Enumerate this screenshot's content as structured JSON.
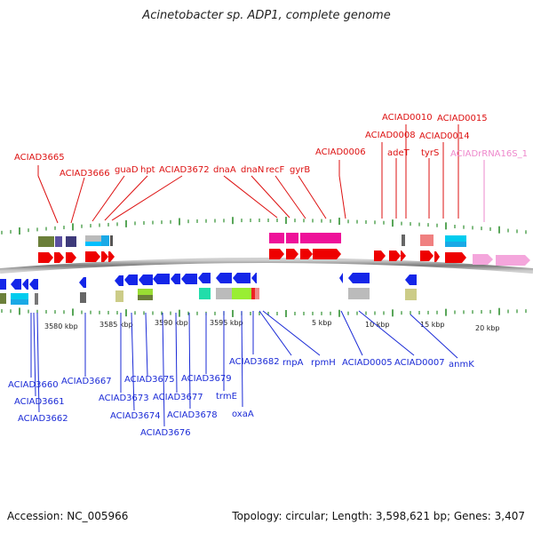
{
  "title": "Acinetobacter sp. ADP1, complete genome",
  "footer": {
    "accession": "Accession: NC_005966",
    "summary": "Topology: circular; Length: 3,598,621 bp; Genes: 3,407"
  },
  "colors": {
    "forward_label": "#dd1111",
    "reverse_label": "#1a2ad6",
    "rrna_label": "#ee88cc",
    "forward_gene": "#ee0000",
    "reverse_gene": "#1426e8",
    "rrna_gene": "#f4a6dc",
    "backbone": "#888888",
    "tick": "#2f8f2f"
  },
  "ruler_labels": [
    "3580 kbp",
    "3585 kbp",
    "3590 kbp",
    "3595 kbp",
    "5 kbp",
    "10 kbp",
    "15 kbp",
    "20 kbp"
  ],
  "top_labels": [
    "ACIAD3665",
    "ACIAD3666",
    "guaD",
    "hpt",
    "ACIAD3672",
    "dnaA",
    "dnaN",
    "recF",
    "gyrB",
    "ACIAD0006",
    "ACIAD0008",
    "ACIAD0010",
    "adeT",
    "ACIAD0014",
    "ACIAD0015",
    "tyrS",
    "ACIADrRNA16S_1"
  ],
  "bottom_labels": [
    "ACIAD3660",
    "ACIAD3661",
    "ACIAD3662",
    "ACIAD3667",
    "ACIAD3673",
    "ACIAD3674",
    "ACIAD3675",
    "ACIAD3676",
    "ACIAD3677",
    "ACIAD3678",
    "ACIAD3679",
    "trmE",
    "oxaA",
    "ACIAD3682",
    "rnpA",
    "rpmH",
    "ACIAD0005",
    "ACIAD0007",
    "anmK"
  ]
}
